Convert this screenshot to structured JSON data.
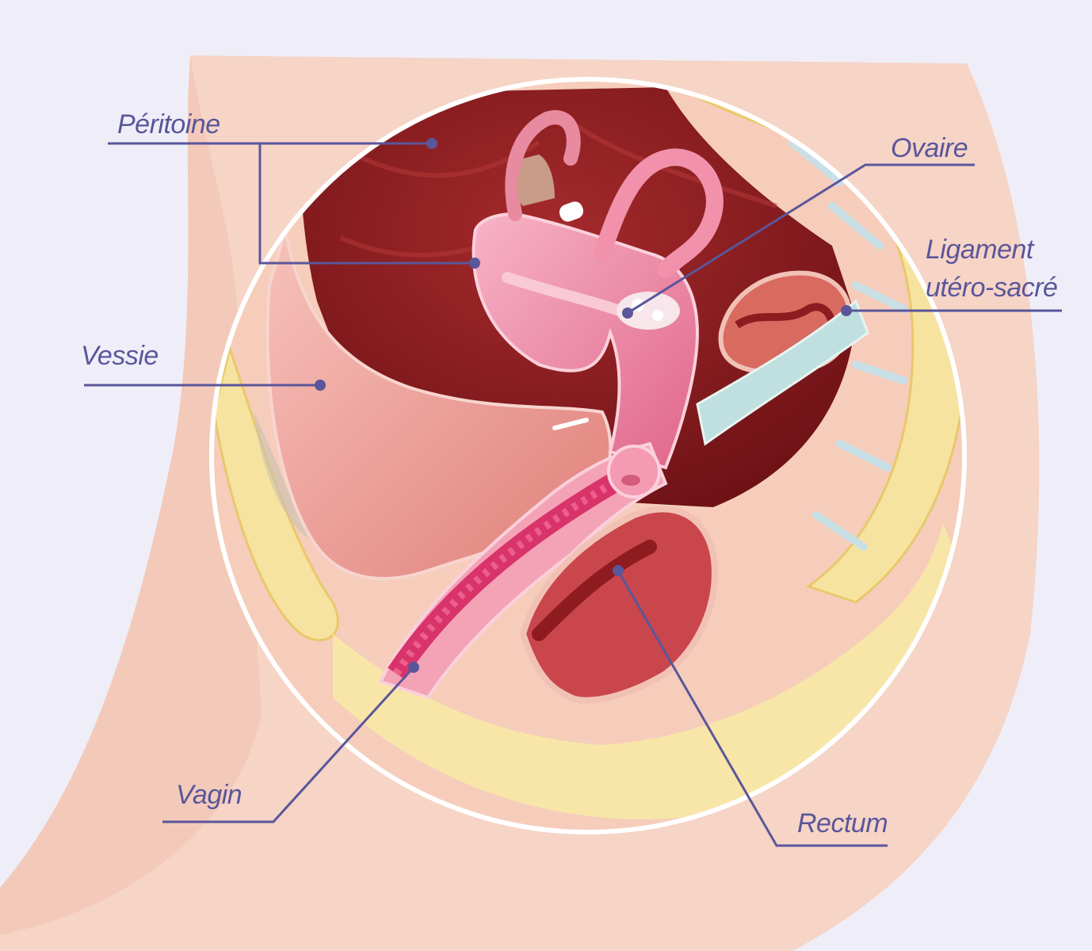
{
  "labels": {
    "peritoine": "Péritoine",
    "ovaire": "Ovaire",
    "ligament_line1": "Ligament",
    "ligament_line2": "utéro-sacré",
    "vessie": "Vessie",
    "vagin": "Vagin",
    "rectum": "Rectum"
  },
  "colors": {
    "background": "#efeef8",
    "leader_line": "#5a569a",
    "label_text": "#5a569a",
    "skin": "#f6cdbb",
    "cavity": "#8e1b1f",
    "uterus": "#f08aa6",
    "bone": "#f7e3a0",
    "bladder": "#f2a7a1",
    "rectum": "#c8464c",
    "ligament": "#bfe0df"
  }
}
